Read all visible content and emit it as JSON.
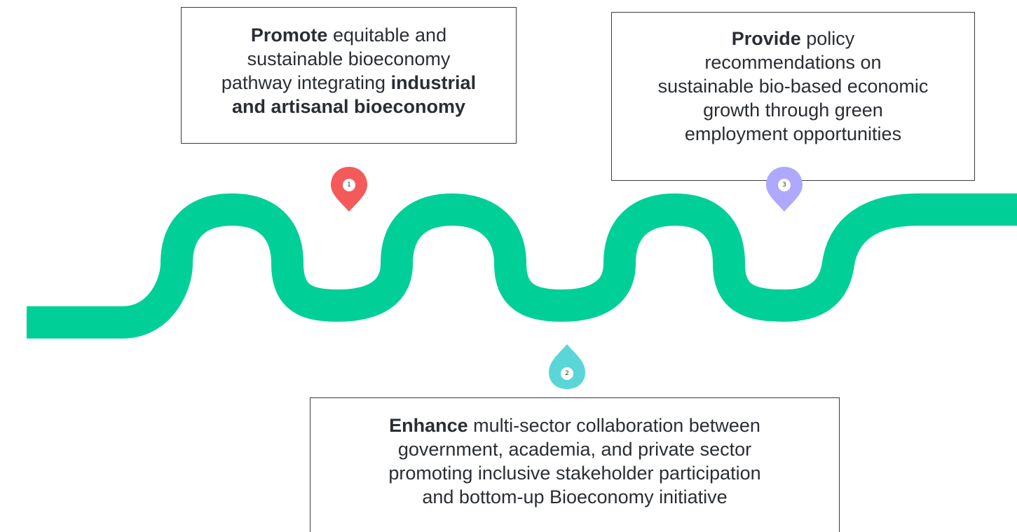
{
  "colors": {
    "road": "#00cf98",
    "pin_1": "#f45a5a",
    "pin_2": "#5ad6d8",
    "pin_3": "#aea8ff",
    "box_border": "#3a3a3a",
    "text": "#2a2e33"
  },
  "steps": [
    {
      "number": "1",
      "pin_icon": "map-pin-icon",
      "line1_bold": "Promote",
      "line1_rest": " equitable and",
      "line2": "sustainable bioeconomy",
      "line3": "pathway integrating ",
      "line3_bold": "industrial",
      "line4_bold": "and artisanal bioeconomy"
    },
    {
      "number": "2",
      "pin_icon": "map-pin-icon",
      "line1_bold": "Enhance",
      "line1_rest": " multi-sector collaboration between",
      "line2": "government, academia, and private sector",
      "line3": "promoting inclusive stakeholder participation",
      "line4": "and bottom-up Bioeconomy initiative"
    },
    {
      "number": "3",
      "pin_icon": "map-pin-icon",
      "line1_bold": "Provide",
      "line1_rest": " policy",
      "line2": "recommendations on",
      "line3": "sustainable bio-based economic",
      "line4": "growth through green",
      "line5": "employment opportunities"
    }
  ]
}
